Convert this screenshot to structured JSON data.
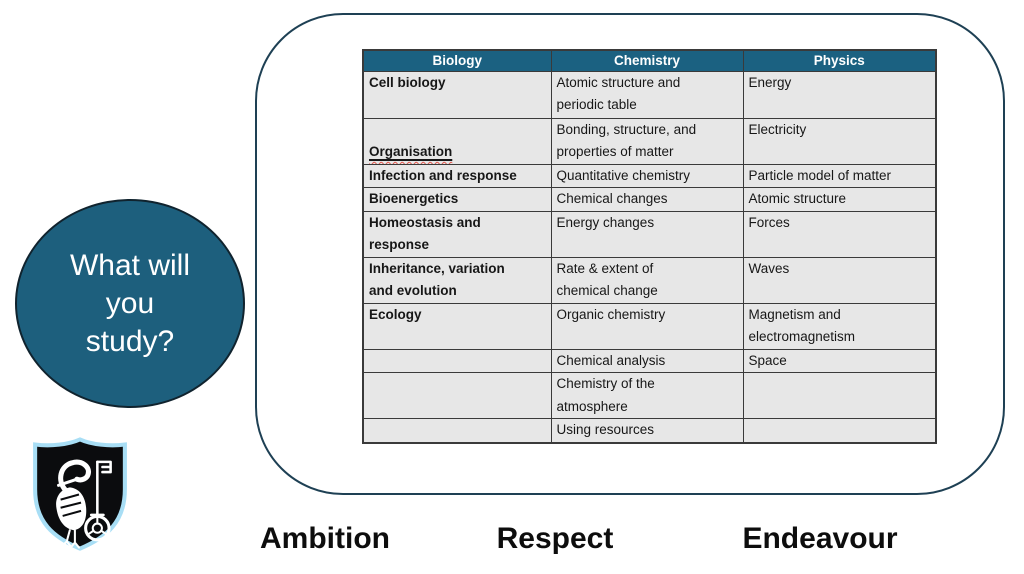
{
  "question_bubble": {
    "text": "What will\nyou\nstudy?"
  },
  "table": {
    "headers": [
      "Biology",
      "Chemistry",
      "Physics"
    ],
    "rows": [
      {
        "biology": "Cell biology",
        "chemistry": "Atomic structure and\nperiodic table",
        "physics": "Energy"
      },
      {
        "biology": "Organisation",
        "chemistry": "Bonding, structure, and\nproperties of matter",
        "physics": "Electricity"
      },
      {
        "biology": "Infection and response",
        "chemistry": "Quantitative chemistry",
        "physics": "Particle model of matter"
      },
      {
        "biology": "Bioenergetics",
        "chemistry": "Chemical changes",
        "physics": "Atomic structure"
      },
      {
        "biology": "Homeostasis and\nresponse",
        "chemistry": "Energy changes",
        "physics": "Forces"
      },
      {
        "biology": "Inheritance, variation\nand evolution",
        "chemistry": "Rate & extent of\nchemical change",
        "physics": "Waves"
      },
      {
        "biology": "Ecology",
        "chemistry": "Organic chemistry",
        "physics": "Magnetism and\nelectromagnetism"
      },
      {
        "biology": "",
        "chemistry": "Chemical analysis",
        "physics": "Space"
      },
      {
        "biology": "",
        "chemistry": "Chemistry of the\natmosphere",
        "physics": ""
      },
      {
        "biology": "",
        "chemistry": "Using resources",
        "physics": ""
      }
    ]
  },
  "values_bar": {
    "items": [
      "Ambition",
      "Respect",
      "Endeavour"
    ]
  },
  "logo": {
    "name": "school crest with heron and key"
  },
  "colors": {
    "header_teal": "#1b6181",
    "circle_teal": "#1d5f7d",
    "panel_outline": "#1e4054",
    "cell_background": "#e7e7e7",
    "crest_border": "#a8def5",
    "spellcheck_red": "#e2574d"
  }
}
